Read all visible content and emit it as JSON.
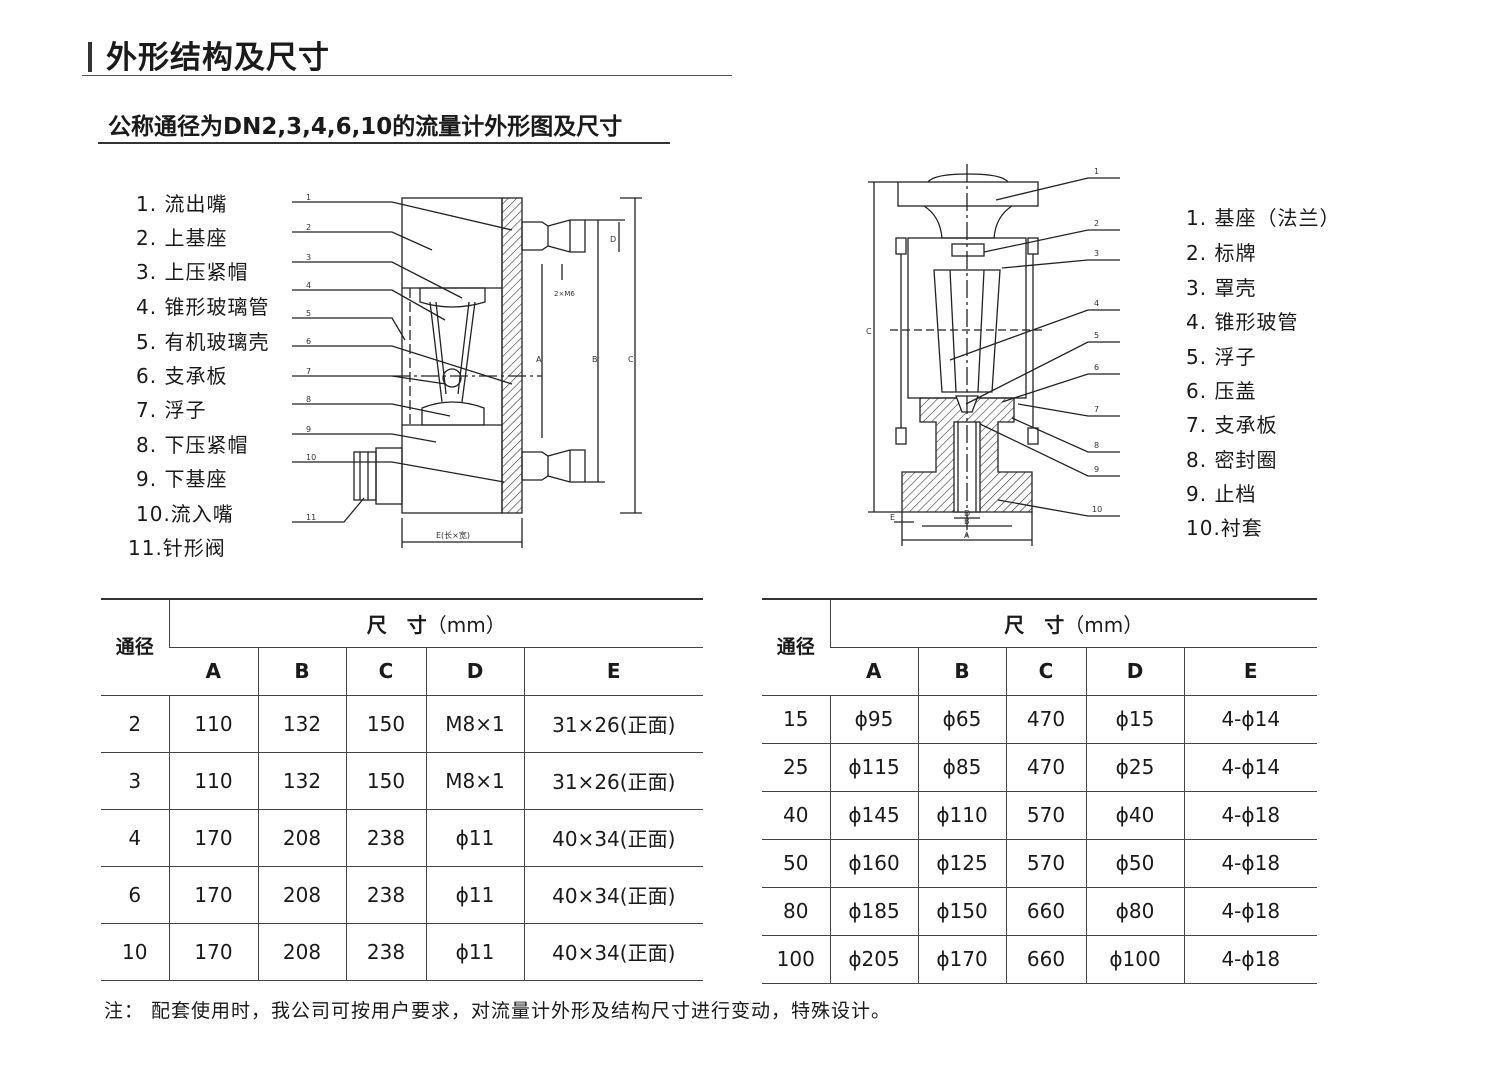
{
  "section_title": "外形结构及尺寸",
  "subtitle": "公称通径为DN2,3,4,6,10的流量计外形图及尺寸",
  "left_parts": [
    "1. 流出嘴",
    "2. 上基座",
    "3. 上压紧帽",
    "4. 锥形玻璃管",
    "5. 有机玻璃壳",
    "6. 支承板",
    "7. 浮子",
    "8. 下压紧帽",
    "9. 下基座",
    "10.流入嘴",
    "11.针形阀"
  ],
  "right_parts": [
    "1. 基座（法兰）",
    "2. 标牌",
    "3. 罩壳",
    "4. 锥形玻管",
    "5. 浮子",
    "6. 压盖",
    "7. 支承板",
    "8. 密封圈",
    "9. 止档",
    "10.衬套"
  ],
  "left_drawing": {
    "leaders": [
      "1",
      "2",
      "3",
      "4",
      "5",
      "6",
      "7",
      "8",
      "9",
      "10",
      "11"
    ],
    "dims": {
      "a": "A",
      "b": "B",
      "c": "C",
      "d": "D",
      "thread": "2×M6",
      "e": "E(长×宽)"
    }
  },
  "right_drawing": {
    "leaders": [
      "1",
      "2",
      "3",
      "4",
      "5",
      "6",
      "7",
      "8",
      "9",
      "10"
    ],
    "dims": {
      "a": "A",
      "b": "B",
      "c": "C",
      "d": "D",
      "e": "E"
    }
  },
  "table_left": {
    "header_diameter": "通径",
    "header_size": "尺　寸",
    "header_unit": "（mm）",
    "columns": [
      "A",
      "B",
      "C",
      "D",
      "E"
    ],
    "rows": [
      [
        "2",
        "110",
        "132",
        "150",
        "M8×1",
        "31×26(正面)"
      ],
      [
        "3",
        "110",
        "132",
        "150",
        "M8×1",
        "31×26(正面)"
      ],
      [
        "4",
        "170",
        "208",
        "238",
        "ϕ11",
        "40×34(正面)"
      ],
      [
        "6",
        "170",
        "208",
        "238",
        "ϕ11",
        "40×34(正面)"
      ],
      [
        "10",
        "170",
        "208",
        "238",
        "ϕ11",
        "40×34(正面)"
      ]
    ]
  },
  "table_right": {
    "header_diameter": "通径",
    "header_size": "尺　寸",
    "header_unit": "（mm）",
    "columns": [
      "A",
      "B",
      "C",
      "D",
      "E"
    ],
    "rows": [
      [
        "15",
        "ϕ95",
        "ϕ65",
        "470",
        "ϕ15",
        "4-ϕ14"
      ],
      [
        "25",
        "ϕ115",
        "ϕ85",
        "470",
        "ϕ25",
        "4-ϕ14"
      ],
      [
        "40",
        "ϕ145",
        "ϕ110",
        "570",
        "ϕ40",
        "4-ϕ18"
      ],
      [
        "50",
        "ϕ160",
        "ϕ125",
        "570",
        "ϕ50",
        "4-ϕ18"
      ],
      [
        "80",
        "ϕ185",
        "ϕ150",
        "660",
        "ϕ80",
        "4-ϕ18"
      ],
      [
        "100",
        "ϕ205",
        "ϕ170",
        "660",
        "ϕ100",
        "4-ϕ18"
      ]
    ]
  },
  "note": "注：  配套使用时，我公司可按用户要求，对流量计外形及结构尺寸进行变动，特殊设计。"
}
